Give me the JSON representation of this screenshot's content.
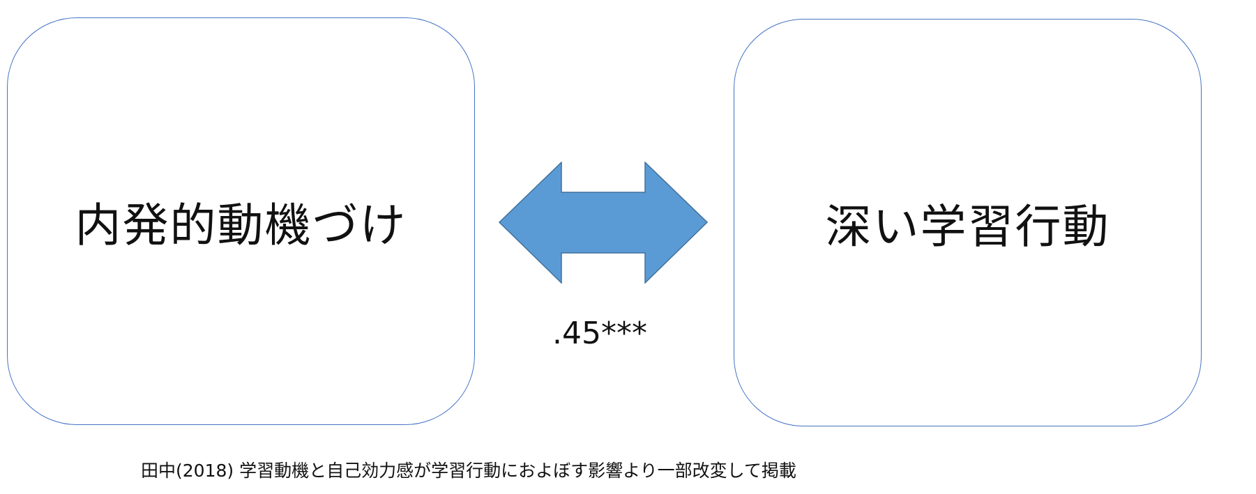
{
  "diagram": {
    "left_box": {
      "label": "内発的動機づけ"
    },
    "right_box": {
      "label": "深い学習行動"
    },
    "relation": {
      "coefficient": ".45***"
    },
    "source_note": "田中(2018) 学習動機と自己効力感が学習行動におよぼす影響より一部改変して掲載"
  },
  "colors": {
    "box_border": "#4472c4",
    "arrow_fill": "#5b9bd5",
    "arrow_stroke": "#41719c"
  }
}
